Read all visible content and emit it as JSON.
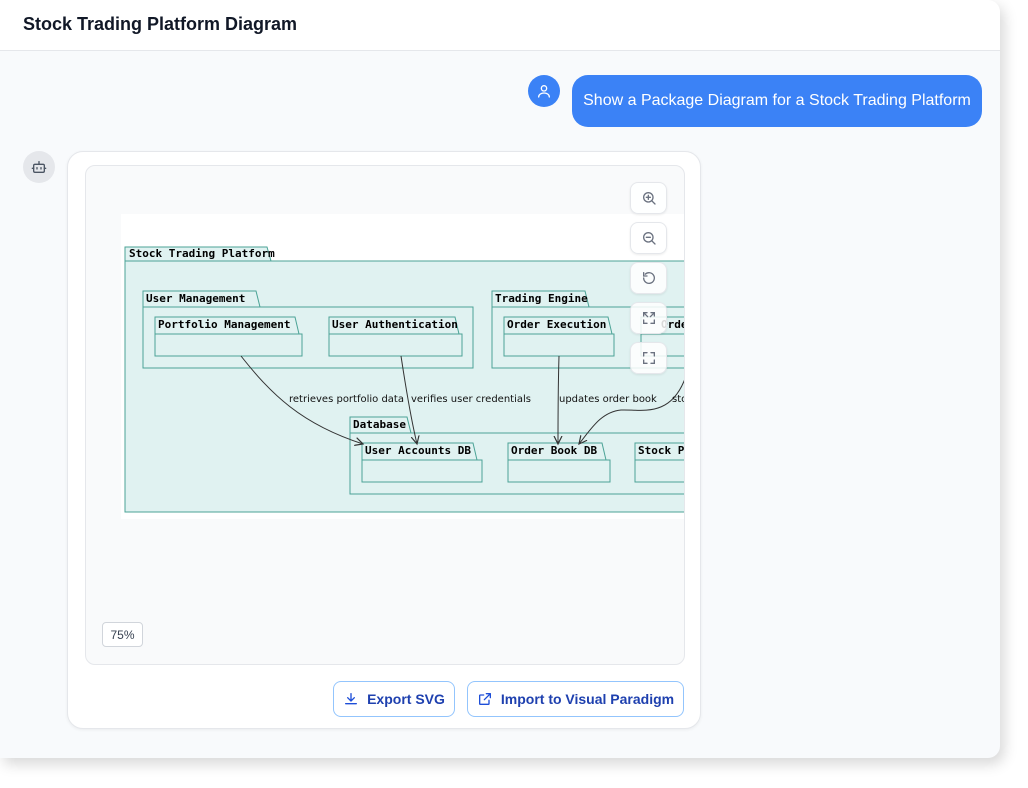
{
  "header": {
    "title": "Stock Trading Platform Diagram"
  },
  "conversation": {
    "user_message": "Show a Package Diagram for a Stock Trading Platform"
  },
  "diagram": {
    "packages": {
      "root": "Stock Trading Platform",
      "user_management": "User Management",
      "portfolio_management": "Portfolio Management",
      "user_authentication": "User Authentication",
      "trading_engine": "Trading Engine",
      "order_execution": "Order Execution",
      "order_partial": "Order I",
      "database": "Database",
      "user_accounts_db": "User Accounts DB",
      "order_book_db": "Order Book DB",
      "stock_partial": "Stock P"
    },
    "relations": {
      "retrieves": "retrieves portfolio data",
      "verifies": "verifies user credentials",
      "updates": "updates order book",
      "partial": "sto"
    },
    "zoom_level": "75%",
    "tools": {
      "zoom_in": "zoom-in-icon",
      "zoom_out": "zoom-out-icon",
      "reset": "reset-icon",
      "fit": "fit-screen-icon",
      "fullscreen": "fullscreen-icon"
    }
  },
  "actions": {
    "export_svg": "Export SVG",
    "import_vp": "Import to Visual Paradigm"
  },
  "colors": {
    "accent": "#3b82f6",
    "package_fill": "#e0f2f1",
    "package_stroke": "#4ba396"
  }
}
